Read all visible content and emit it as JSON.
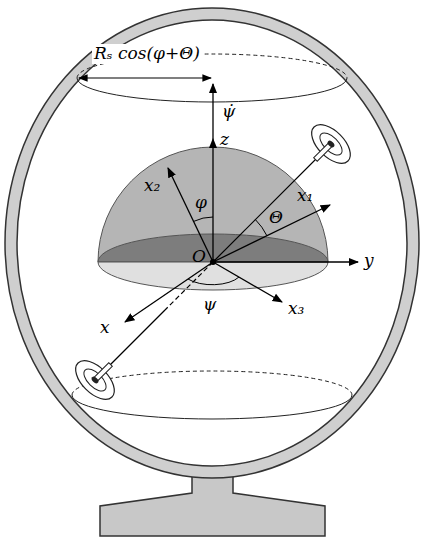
{
  "diagram": {
    "labels": [
      "Rₛ cos(φ+Θ)",
      "ψ̇",
      "z",
      "x₂",
      "φ",
      "Θ",
      "x₁",
      "O",
      "y",
      "x",
      "ψ",
      "x₃"
    ]
  }
}
